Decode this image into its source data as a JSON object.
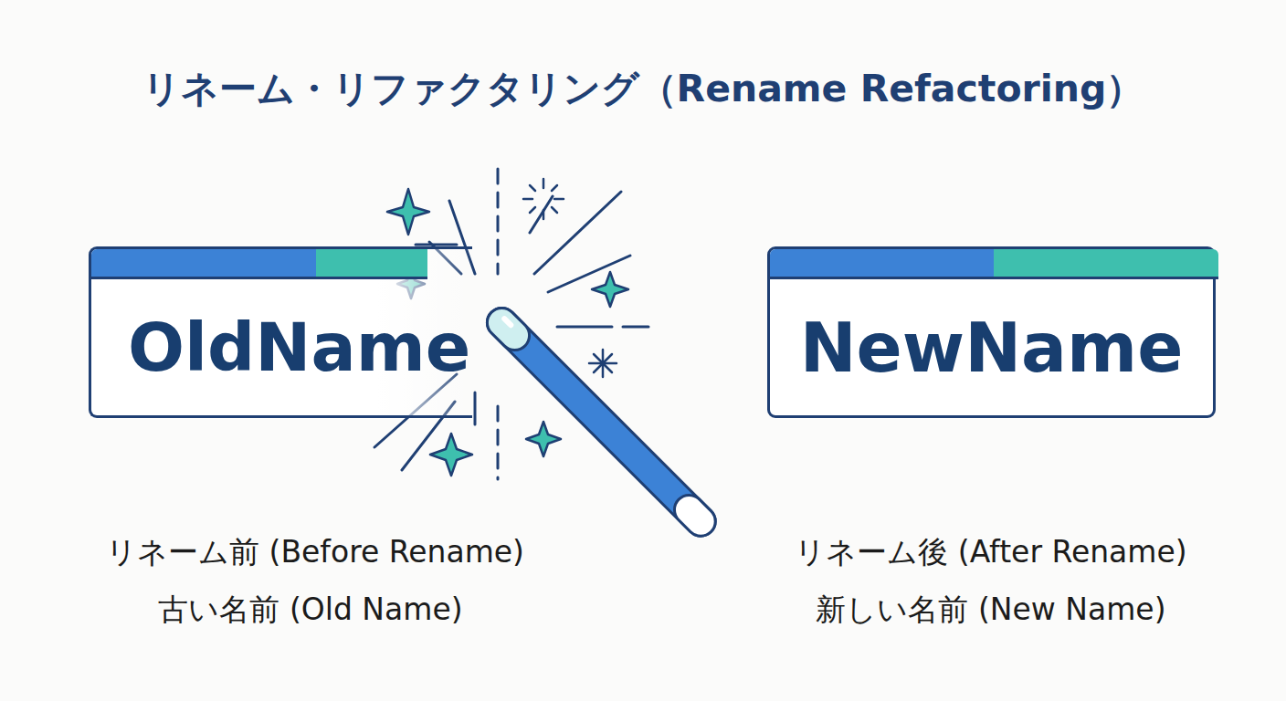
{
  "diagram": {
    "title": "リネーム・リファクタリング（Rename Refactoring）",
    "nodes": [
      {
        "text": [
          "OldName"
        ]
      },
      {
        "text": [
          "NewName"
        ]
      }
    ],
    "labels": [
      "リネーム前 (Before Rename)",
      "古い名前 (Old Name)",
      "リネーム後 (After Rename)",
      "新しい名前 (New Name)"
    ]
  }
}
